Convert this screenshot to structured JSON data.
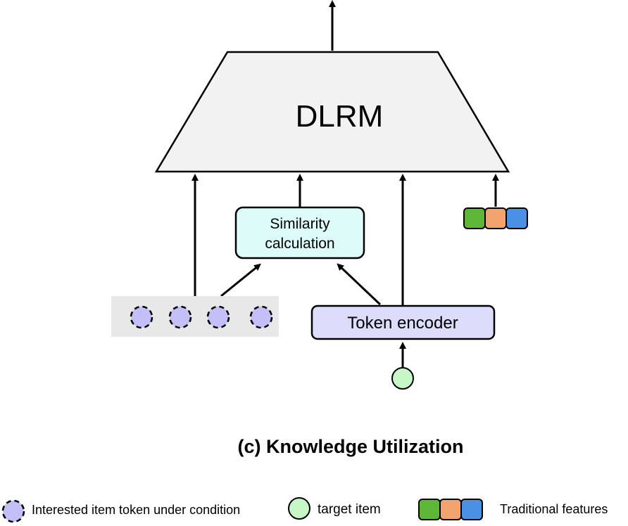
{
  "diagram": {
    "model_label": "DLRM",
    "similarity_line1": "Similarity",
    "similarity_line2": "calculation",
    "encoder_label": "Token encoder",
    "caption": "(c) Knowledge Utilization"
  },
  "legend": {
    "interest_token": "Interested item token under condition",
    "target_item": "target item",
    "traditional_features": "Traditional features"
  },
  "colors": {
    "model_fill": "#f2f2f2",
    "similarity_fill": "#dcfbf9",
    "encoder_fill": "#dcdcfb",
    "token_fill": "#c3c0f9",
    "target_fill": "#c7f7c6",
    "feature_green": "#5db635",
    "feature_orange": "#f2a36e",
    "feature_blue": "#4a90e4",
    "token_panel": "#e8e8e8"
  }
}
